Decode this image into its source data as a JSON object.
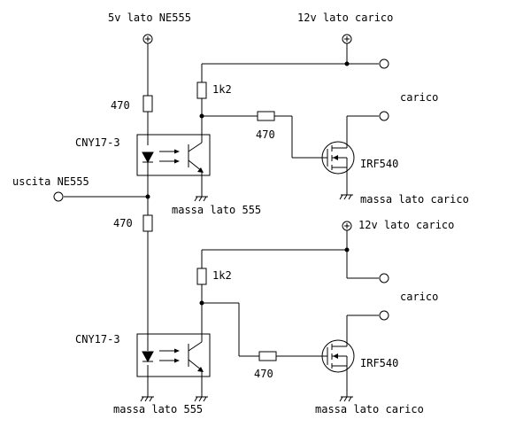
{
  "labels": {
    "supply_555": "5v lato NE555",
    "supply_load_top": "12v lato carico",
    "supply_load_bottom": "12v lato carico",
    "r_supply": "470",
    "r_pullup_top": "1k2",
    "r_gate_top": "470",
    "opto_top": "CNY17-3",
    "input": "uscita NE555",
    "gnd_555_top": "massa lato 555",
    "mosfet_top": "IRF540",
    "load_top": "carico",
    "gnd_load_top": "massa lato carico",
    "r_bias": "470",
    "r_pullup_bottom": "1k2",
    "r_gate_bottom": "470",
    "opto_bottom": "CNY17-3",
    "gnd_555_bottom": "massa lato 555",
    "mosfet_bottom": "IRF540",
    "load_bottom": "carico",
    "gnd_load_bottom": "massa lato carico"
  }
}
